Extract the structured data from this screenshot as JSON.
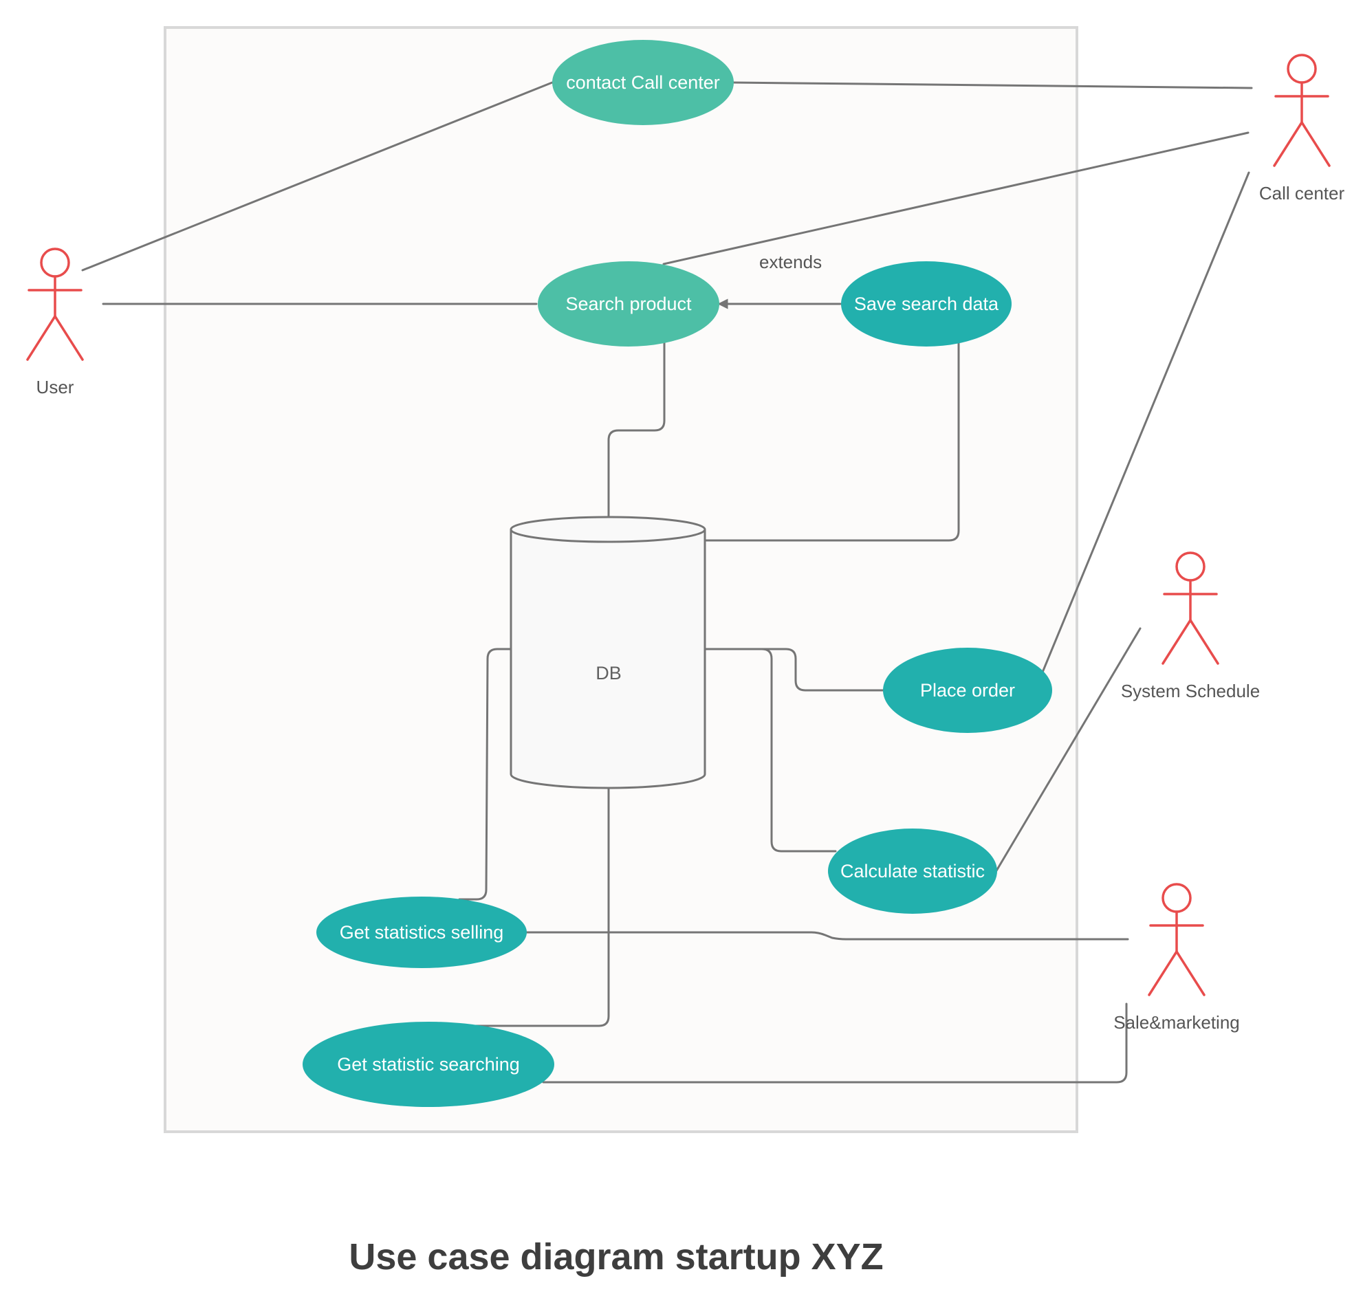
{
  "title": "Use case diagram startup XYZ",
  "colors": {
    "use_case_light": "#4dbfa6",
    "use_case_dark": "#22b0ad",
    "actor": "#e84c4c",
    "connector": "#757575",
    "system_boundary_fill": "#fcfbfa",
    "system_boundary_stroke": "#d8d8d8",
    "db_fill": "#f9f9f9"
  },
  "actors": {
    "user": "User",
    "call_center": "Call center",
    "system_schedule": "System Schedule",
    "sale_marketing": "Sale&marketing"
  },
  "use_cases": {
    "contact_call_center": "contact Call center",
    "search_product": "Search product",
    "save_search_data": "Save search data",
    "place_order": "Place order",
    "calculate_statistic": "Calculate statistic",
    "get_statistics_selling": "Get statistics selling",
    "get_statistic_searching": "Get statistic searching"
  },
  "database": {
    "label": "DB"
  },
  "relations": {
    "extends_label": "extends"
  }
}
